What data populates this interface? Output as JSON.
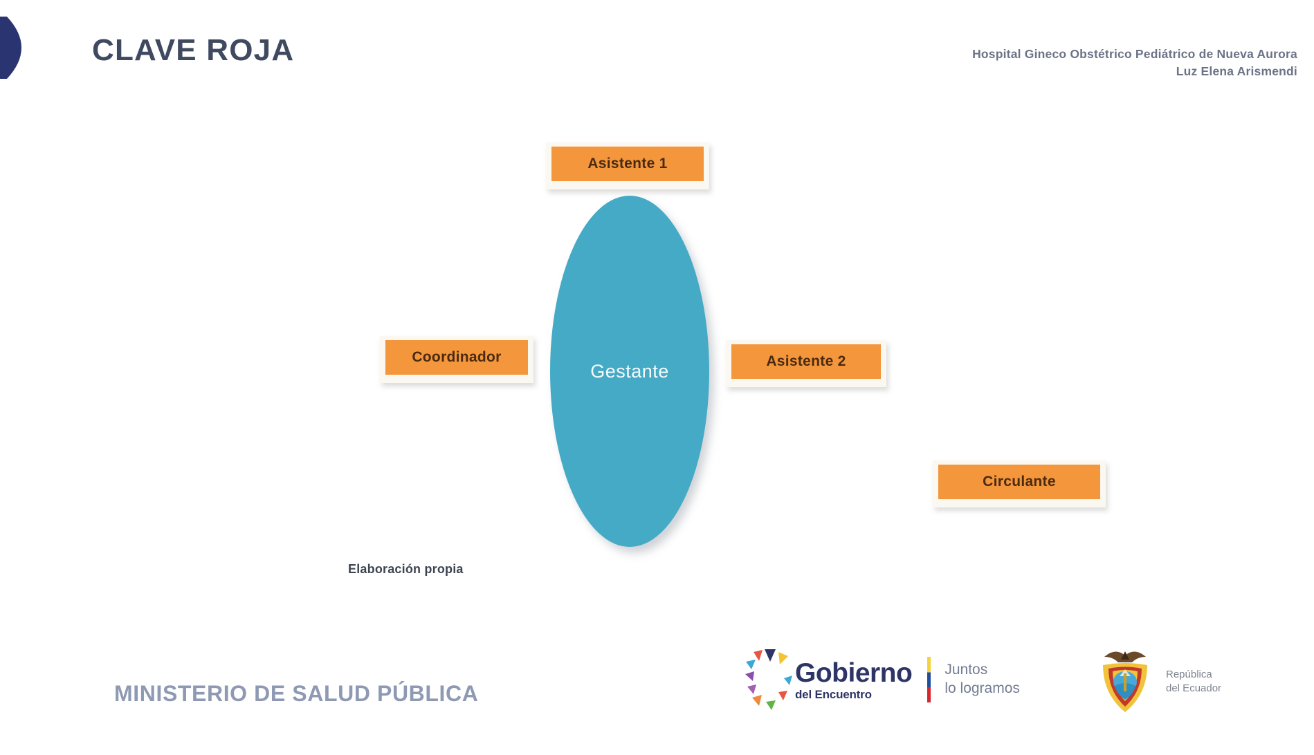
{
  "slide": {
    "title": "CLAVE ROJA",
    "background_color": "#ffffff",
    "title_color": "#3f4a60"
  },
  "header": {
    "institution": "Hospital Gineco Obstétrico Pediátrico de Nueva Aurora",
    "author": "Luz Elena Arismendi",
    "logo_icon": "navy-arrow-logo"
  },
  "diagram": {
    "center": {
      "label": "Gestante",
      "shape": "ellipse",
      "fill_color": "#45aac6",
      "text_color": "#ffffff"
    },
    "nodes": [
      {
        "id": "asistente-1",
        "label": "Asistente 1",
        "position": "top",
        "fill_color": "#f3963c",
        "text_color": "#4a2a10"
      },
      {
        "id": "coordinador",
        "label": "Coordinador",
        "position": "left",
        "fill_color": "#f3963c",
        "text_color": "#4a2a10"
      },
      {
        "id": "asistente-2",
        "label": "Asistente 2",
        "position": "right",
        "fill_color": "#f3963c",
        "text_color": "#4a2a10"
      },
      {
        "id": "circulante",
        "label": "Circulante",
        "position": "bottom-right",
        "fill_color": "#f3963c",
        "text_color": "#4a2a10"
      }
    ],
    "caption": "Elaboración propia"
  },
  "footer": {
    "ministry": "MINISTERIO DE SALUD PÚBLICA",
    "ministry_color": "#8e99b3",
    "gobierno": {
      "main": "Gobierno",
      "sub": "del Encuentro",
      "tagline_line1": "Juntos",
      "tagline_line2": "lo logramos",
      "brand_color": "#2e3566",
      "marks_icon": "multicolor-arrows-icon",
      "flag_divider_icon": "ecuador-flag-bar-icon"
    },
    "ecuador": {
      "line1": "República",
      "line2": "del Ecuador",
      "shield_icon": "ecuador-coat-of-arms-icon"
    }
  }
}
